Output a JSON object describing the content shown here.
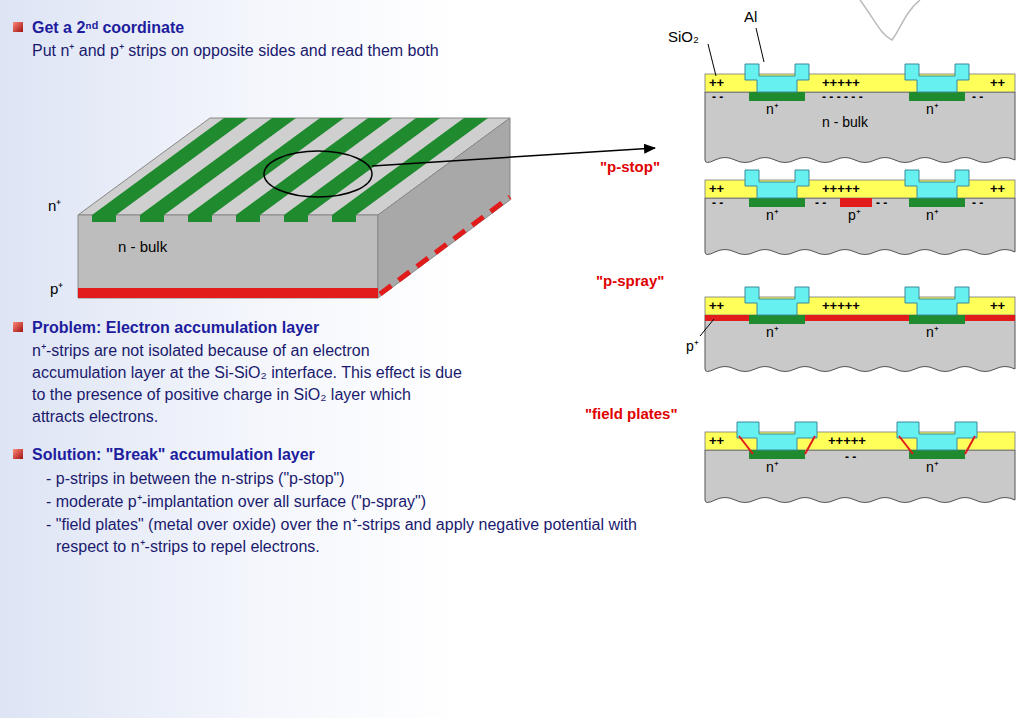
{
  "diagram": {
    "labels": [
      "Get a 2ⁿᵈ coordinate",
      "Put n⁺ and p⁺ strips on opposite sides and read them both",
      "SiO₂",
      "Al",
      "n⁺",
      "n - bulk",
      "p⁺",
      "Problem: Electron accumulation layer",
      "n⁺-strips are not isolated because of an electron accumulation layer at the Si-SiO₂ interface. This effect is due to the presence of positive charge in SiO₂ layer which attracts electrons.",
      "Solution: \"Break\" accumulation layer",
      "- p-strips in between the n-strips (\"p-stop\")",
      "- moderate p⁺-implantation over all surface (\"p-spray\")",
      "- \"field plates\" (metal over oxide) over the n⁺-strips and apply negative potential with respect to n⁺-strips to repel electrons.",
      "++",
      "+++++",
      "++",
      "- -",
      "- - - - - -",
      "- -",
      "n⁺",
      "n⁺",
      "n - bulk",
      "\"p-stop\"",
      "++",
      "+++++",
      "++",
      "- -",
      "- -",
      "- -",
      "- -",
      "n⁺",
      "p⁺",
      "n⁺",
      "\"p-spray\"",
      "++",
      "+++++",
      "++",
      "n⁺",
      "n⁺",
      "p⁺",
      "\"field plates\"",
      "++",
      "+++++",
      "- -",
      "n⁺",
      "n⁺"
    ]
  }
}
